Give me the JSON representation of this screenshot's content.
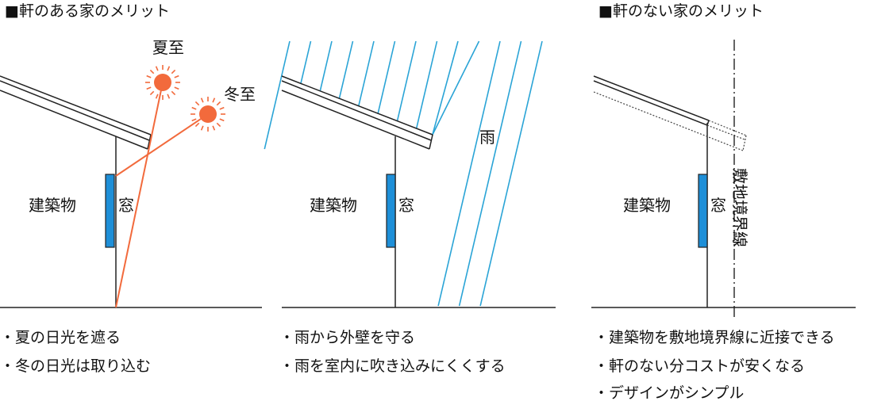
{
  "left_panel": {
    "title": "■軒のある家のメリット",
    "summer_label": "夏至",
    "winter_label": "冬至",
    "building_label": "建築物",
    "window_label": "窓",
    "bullets": [
      "・夏の日光を遮る",
      "・冬の日光は取り込む"
    ]
  },
  "middle_panel": {
    "rain_label": "雨",
    "building_label": "建築物",
    "window_label": "窓",
    "bullets": [
      "・雨から外壁を守る",
      "・雨を室内に吹き込みにくくする"
    ]
  },
  "right_panel": {
    "title": "■軒のない家のメリット",
    "building_label": "建築物",
    "window_label": "窓",
    "boundary_label": "敷地境界線",
    "bullets": [
      "・建築物を敷地境界線に近接できる",
      "・軒のない分コストが安くなる",
      "・デザインがシンプル"
    ]
  },
  "colors": {
    "sun": "#f26a3c",
    "sun_ray": "#f26a3c",
    "window_fill": "#1e8fd8",
    "rain": "#2aa4d6",
    "line": "#222222"
  }
}
